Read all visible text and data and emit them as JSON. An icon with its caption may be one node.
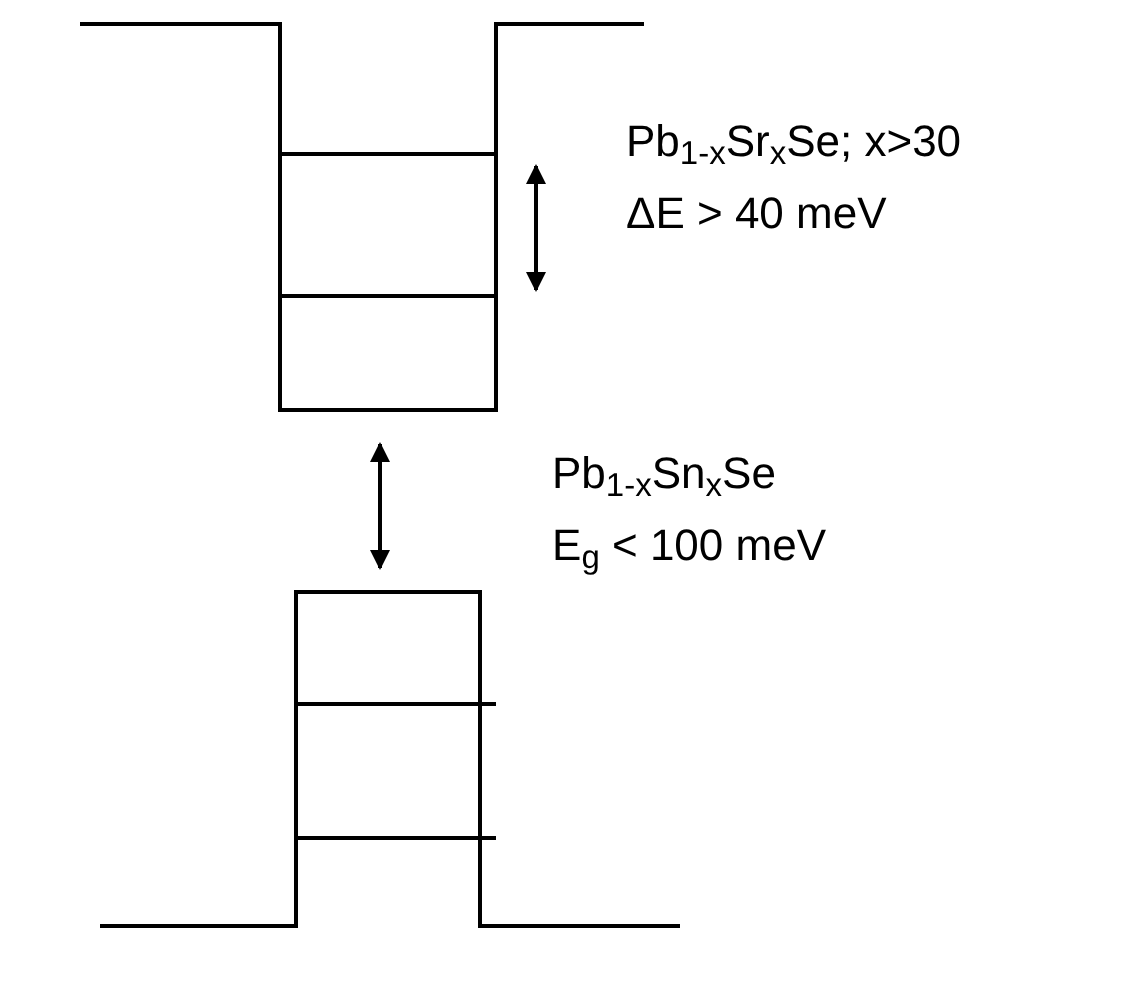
{
  "diagram": {
    "labels": [
      "Pb$_{1-x}$Sr$_{x}$Se; x>30",
      "ΔE > 40 meV",
      "Pb$_{1-x}$Sn$_{x}$Se",
      "E$_{g}$ < 100 meV"
    ]
  }
}
